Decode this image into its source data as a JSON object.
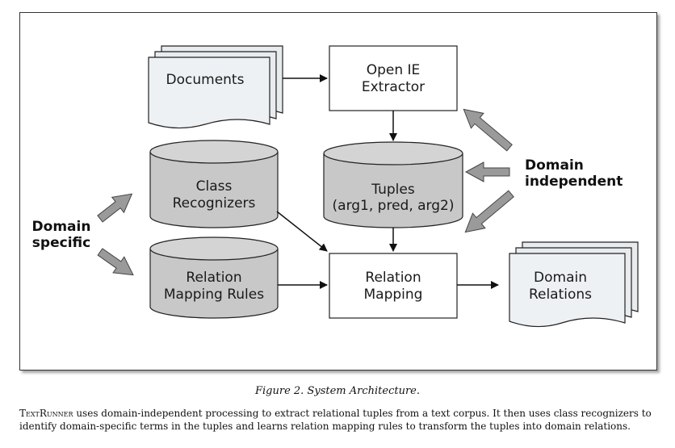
{
  "diagram": {
    "documents": "Documents",
    "extractor": [
      "Open IE",
      "Extractor"
    ],
    "tuples": [
      "Tuples",
      "(arg1, pred, arg2)"
    ],
    "class_recognizers": [
      "Class",
      "Recognizers"
    ],
    "relation_mapping_rules": [
      "Relation",
      "Mapping Rules"
    ],
    "relation_mapping": [
      "Relation",
      "Mapping"
    ],
    "domain_relations": [
      "Domain",
      "Relations"
    ],
    "domain_specific": [
      "Domain",
      "specific"
    ],
    "domain_independent": [
      "Domain",
      "independent"
    ]
  },
  "caption": "Figure 2. System Architecture.",
  "description": {
    "product": "TextRunner",
    "text": " uses domain-independent processing to extract relational tuples from a text corpus. It then uses class recognizers to identify domain-specific terms in the tuples and learns relation mapping rules to transform the tuples into domain relations."
  }
}
